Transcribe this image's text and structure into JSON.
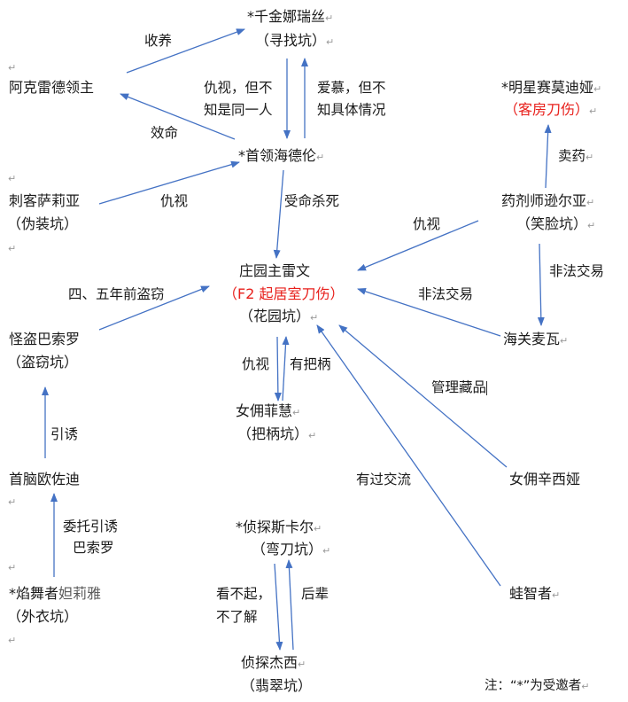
{
  "nodes": {
    "chiyana": {
      "name": "*千金娜瑞丝",
      "role": "（寻找坑）"
    },
    "aclid": {
      "name": "阿克雷德领主"
    },
    "haidelun": {
      "name": "*首领海德伦"
    },
    "mingxing": {
      "name": "*明星赛莫迪娅",
      "role": "（客房刀伤）"
    },
    "saliya": {
      "name": "刺客萨莉亚",
      "role": "（伪装坑）"
    },
    "xunerya": {
      "name": "药剂师逊尔亚",
      "role": "（笑脸坑）"
    },
    "leiwen": {
      "name": "庄园主雷文",
      "role": "（F2 起居室刀伤）",
      "role2": "（花园坑）"
    },
    "basuo": {
      "name": "怪盗巴索罗",
      "role": "（盗窃坑）"
    },
    "maiwa": {
      "name": "海关麦瓦"
    },
    "feihui": {
      "name": "女佣菲慧",
      "role": "（把柄坑）"
    },
    "ouzuodi": {
      "name": "首脑欧佐迪"
    },
    "xinxiya": {
      "name": "女佣辛西娅"
    },
    "kaer": {
      "name": "*侦探斯卡尔",
      "role": "（弯刀坑）"
    },
    "yanwu": {
      "name_a": "*焰舞者",
      "name_b": "妲莉雅",
      "role": "（外衣坑）"
    },
    "wazhi": {
      "name": "蛙智者"
    },
    "jiexi": {
      "name": "侦探杰西",
      "role": "（翡翠坑）"
    }
  },
  "edge_labels": {
    "shouyang": "收养",
    "chou1a": "仇视，但不",
    "chou1b": "知是同一人",
    "aimu_a": "爱慕，但不",
    "aimu_b": "知具体情况",
    "xiaoming": "效命",
    "maiyao": "卖药",
    "chou2": "仇视",
    "shouming": "受命杀死",
    "chou3": "仇视",
    "feifa1": "非法交易",
    "daoqie": "四、五年前盗窃",
    "feifa2": "非法交易",
    "chou4": "仇视",
    "babing": "有把柄",
    "guanli": "管理藏品",
    "youdao": "引诱",
    "jiaoliu": "有过交流",
    "weituo_a": "委托引诱",
    "weituo_b": "巴索罗",
    "kanbuqi_a": "看不起，",
    "kanbuqi_b": "不了解",
    "houbei": "后辈"
  },
  "note": "注：“*”为受邀者",
  "marks": {
    "para": "↵"
  },
  "colors": {
    "arrow": "#4472c4",
    "red_text": "#e8201c",
    "gray_text": "#5a5a5a"
  }
}
